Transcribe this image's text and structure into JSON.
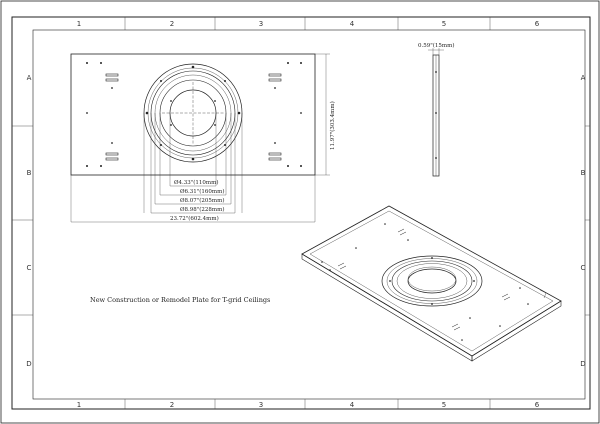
{
  "zones": {
    "columns": [
      "1",
      "2",
      "3",
      "4",
      "5",
      "6"
    ],
    "rows": [
      "A",
      "B",
      "C",
      "D"
    ]
  },
  "front_view": {
    "dim_height": "11.97\"(303.4mm)",
    "dim_d1": "Ø4.33\"(110mm)",
    "dim_d2": "Ø6.31\"(160mm)",
    "dim_d3": "Ø8.07\"(205mm)",
    "dim_d4": "Ø8.98\"(228mm)",
    "dim_width": "23.72\"(602.4mm)"
  },
  "side_view": {
    "dim_thickness": "0.59\"(15mm)"
  },
  "note": "New Construction or Remodel Plate for T-grid Ceilings"
}
